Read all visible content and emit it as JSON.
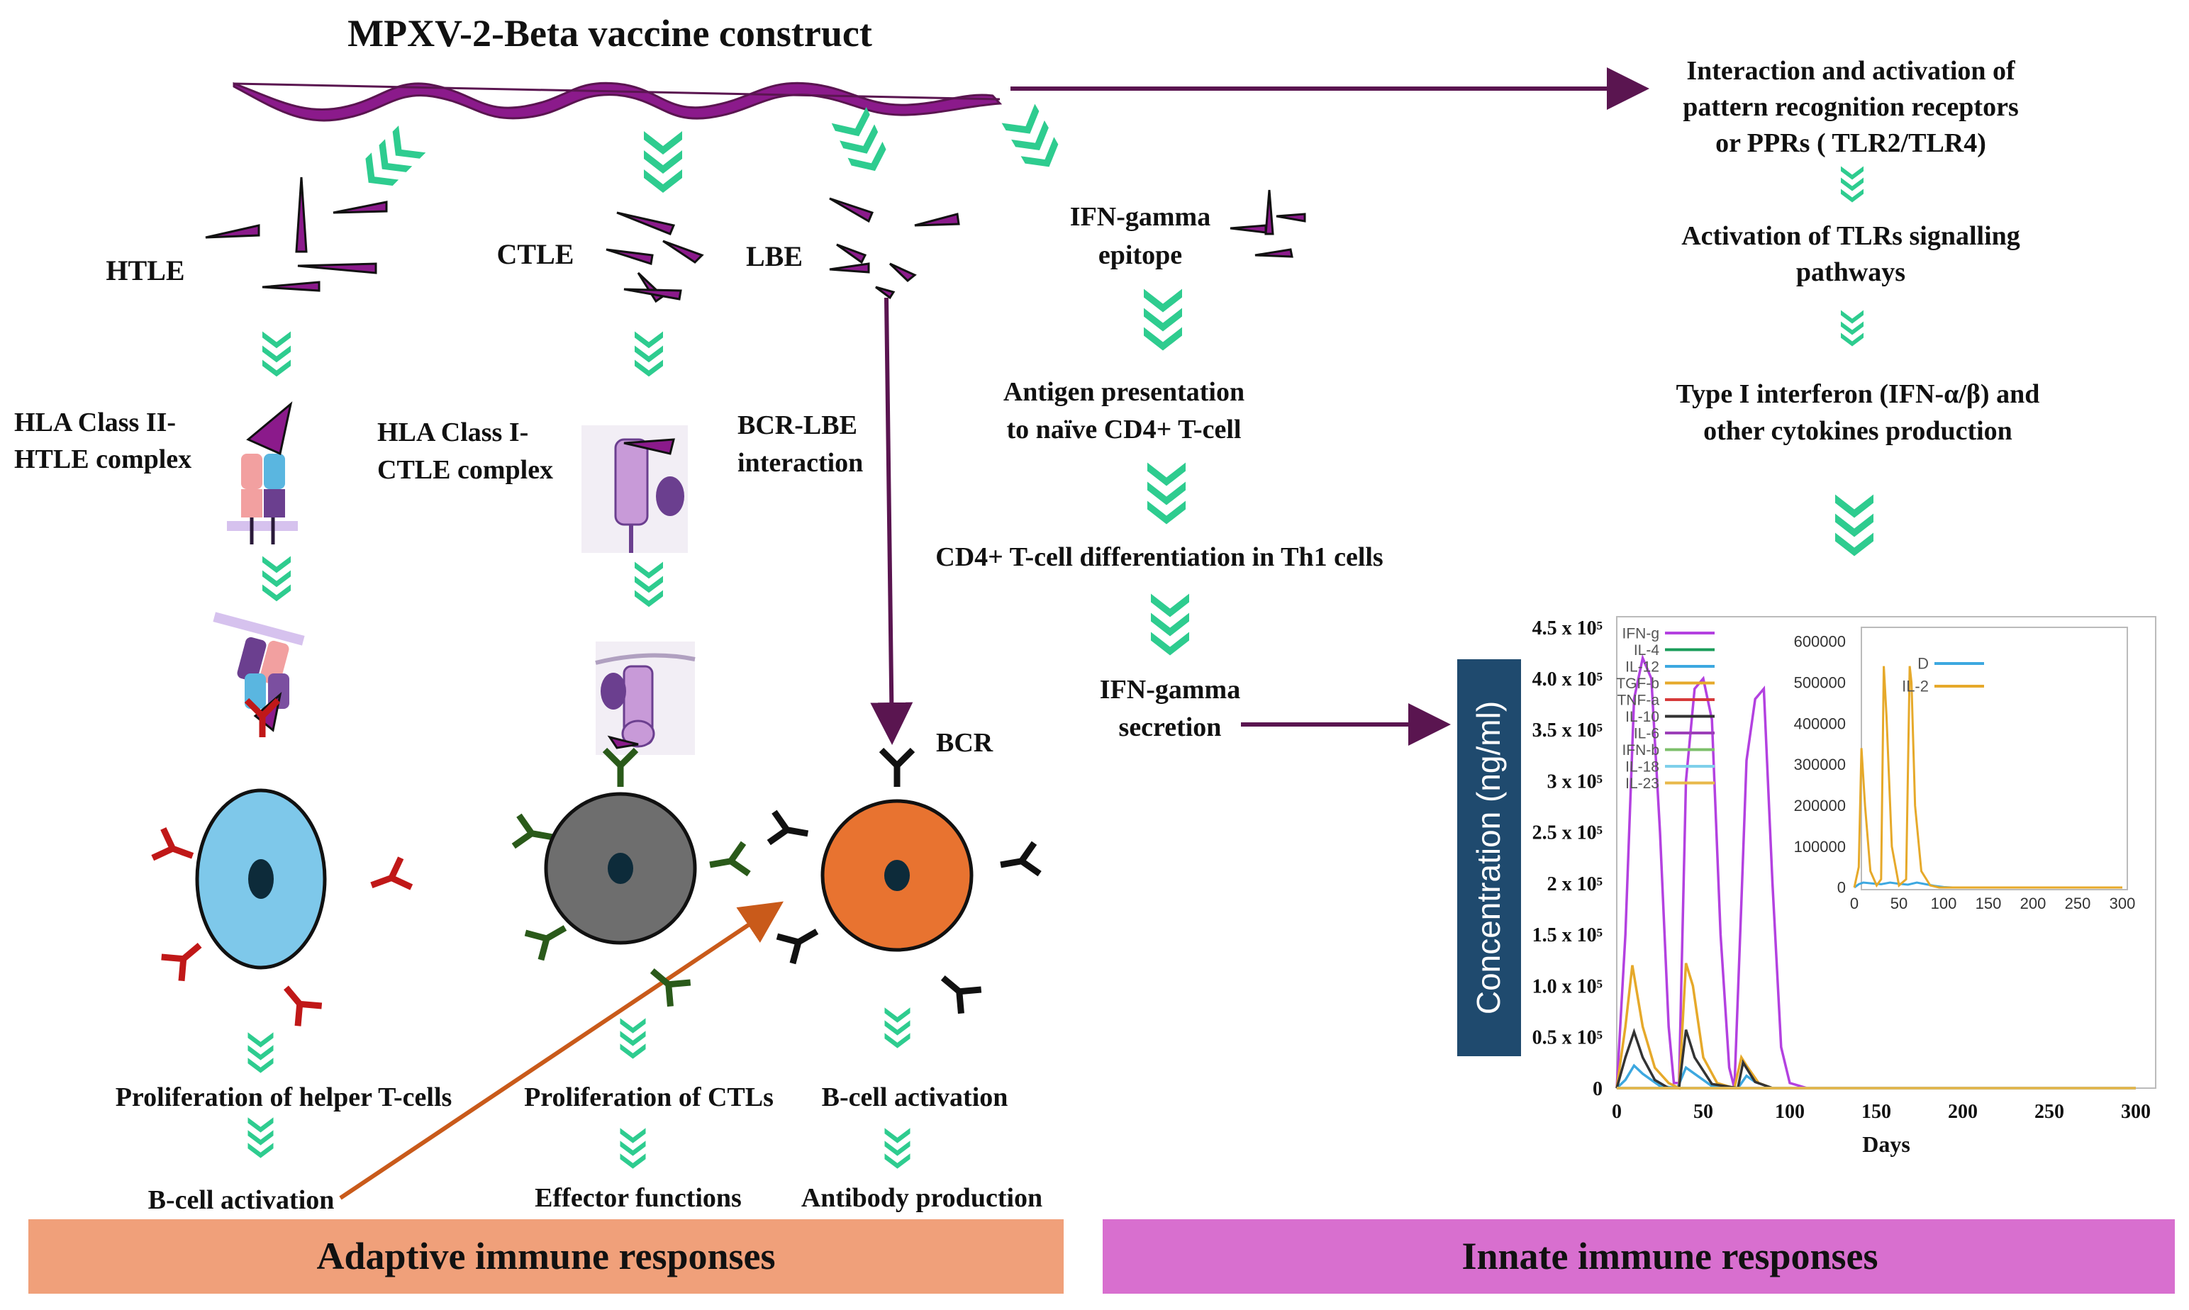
{
  "title": "MPXV-2-Beta vaccine construct",
  "epitopes": {
    "htle": "HTLE",
    "ctle": "CTLE",
    "lbe": "LBE",
    "ifn_line1": "IFN-gamma",
    "ifn_line2": "epitope"
  },
  "complexes": {
    "hla2_line1": "HLA Class II-",
    "hla2_line2": "HTLE complex",
    "hla1_line1": "HLA Class I-",
    "hla1_line2": "CTLE complex",
    "bcr_line1": "BCR-LBE",
    "bcr_line2": "interaction",
    "bcr_label": "BCR"
  },
  "ifn_path": {
    "antigen_line1": "Antigen presentation",
    "antigen_line2": "to naïve CD4+ T-cell",
    "differentiation": "CD4+ T-cell differentiation in Th1 cells",
    "secretion_line1": "IFN-gamma",
    "secretion_line2": "secretion"
  },
  "outcomes": {
    "helper_prolif": "Proliferation of helper T-cells",
    "bcell_activation_left": "B-cell activation",
    "ctl_prolif": "Proliferation of CTLs",
    "effector": "Effector functions",
    "bcell_activation": "B-cell activation",
    "antibody": "Antibody production"
  },
  "innate_path": {
    "prr_line1": "Interaction and activation of",
    "prr_line2": "pattern recognition receptors",
    "prr_line3": "or PPRs ( TLR2/TLR4)",
    "tlr_line1": "Activation of TLRs signalling",
    "tlr_line2": "pathways",
    "ifn_line1": "Type I interferon (IFN-α/β) and",
    "ifn_line2": "other cytokines  production"
  },
  "banners": {
    "adaptive": "Adaptive immune responses",
    "innate": "Innate immune responses"
  },
  "colors": {
    "purple": "#8b1a8b",
    "dark_purple": "#5a1550",
    "green_arrow": "#2ecc8f",
    "adaptive_banner": "#f0a07a",
    "innate_banner": "#d86fcf",
    "helper_cell": "#7ec8ea",
    "ctl_cell": "#6e6e6e",
    "bcell": "#e87330",
    "orange_line": "#c95a1a"
  },
  "chart_data": [
    {
      "type": "line",
      "title": "",
      "xlabel": "Days",
      "ylabel": "Concentration (ng/ml)",
      "xlim": [
        0,
        300
      ],
      "ylim": [
        0,
        450000
      ],
      "x_ticks": [
        "0",
        "50",
        "100",
        "150",
        "200",
        "250",
        "300"
      ],
      "y_ticks": [
        "0",
        "0.5 x 10⁵",
        "1.0 x 10⁵",
        "1.5 x 10⁵",
        "2 x 10⁵",
        "2.5 x 10⁵",
        "3 x 10⁵",
        "3.5 x 10⁵",
        "4.0 x 10⁵",
        "4.5 x 10⁵"
      ],
      "legend_position": "top-left",
      "series": [
        {
          "name": "IFN-g",
          "color": "#b341e0",
          "x": [
            0,
            5,
            10,
            15,
            20,
            25,
            30,
            33,
            36,
            40,
            45,
            50,
            55,
            60,
            65,
            68,
            72,
            75,
            80,
            85,
            90,
            95,
            100,
            110,
            300
          ],
          "values": [
            0,
            150000,
            380000,
            420000,
            400000,
            250000,
            60000,
            5000,
            5000,
            300000,
            390000,
            400000,
            360000,
            150000,
            20000,
            0,
            180000,
            320000,
            380000,
            390000,
            200000,
            40000,
            5000,
            0,
            0
          ]
        },
        {
          "name": "IL-4",
          "color": "#1a9c5a",
          "x": [
            0,
            10,
            100,
            300
          ],
          "values": [
            0,
            0,
            0,
            0
          ]
        },
        {
          "name": "IL-12",
          "color": "#3da8e0",
          "x": [
            0,
            5,
            10,
            15,
            25,
            35,
            40,
            45,
            55,
            70,
            75,
            80,
            90,
            300
          ],
          "values": [
            0,
            8000,
            22000,
            14000,
            2000,
            0,
            20000,
            14000,
            2000,
            0,
            12000,
            6000,
            0,
            0
          ]
        },
        {
          "name": "TGF-b",
          "color": "#e6a92a",
          "x": [
            0,
            5,
            9,
            15,
            22,
            30,
            36,
            40,
            44,
            50,
            58,
            68,
            72,
            75,
            82,
            90,
            300
          ],
          "values": [
            0,
            60000,
            120000,
            60000,
            20000,
            5000,
            0,
            122000,
            100000,
            30000,
            5000,
            0,
            30000,
            22000,
            5000,
            0,
            0
          ]
        },
        {
          "name": "TNF-a",
          "color": "#d63a3a",
          "x": [
            0,
            300
          ],
          "values": [
            0,
            0
          ]
        },
        {
          "name": "IL-10",
          "color": "#333333",
          "x": [
            0,
            5,
            10,
            15,
            22,
            30,
            36,
            40,
            45,
            55,
            70,
            73,
            80,
            90,
            300
          ],
          "values": [
            0,
            30000,
            55000,
            30000,
            8000,
            0,
            0,
            57000,
            30000,
            4000,
            0,
            25000,
            6000,
            0,
            0
          ]
        },
        {
          "name": "IL-6",
          "color": "#9c3fb8",
          "x": [
            0,
            300
          ],
          "values": [
            0,
            0
          ]
        },
        {
          "name": "IFN-b",
          "color": "#7dbf6b",
          "x": [
            0,
            300
          ],
          "values": [
            0,
            0
          ]
        },
        {
          "name": "IL-18",
          "color": "#7fd0ea",
          "x": [
            0,
            300
          ],
          "values": [
            0,
            0
          ]
        },
        {
          "name": "IL-23",
          "color": "#e8b84a",
          "x": [
            0,
            300
          ],
          "values": [
            0,
            0
          ]
        }
      ]
    },
    {
      "type": "line",
      "title": "",
      "xlabel": "",
      "ylabel": "",
      "xlim": [
        0,
        300
      ],
      "ylim": [
        0,
        600000
      ],
      "x_ticks": [
        "0",
        "50",
        "100",
        "150",
        "200",
        "250",
        "300"
      ],
      "y_ticks": [
        "0",
        "100000",
        "200000",
        "300000",
        "400000",
        "500000",
        "600000"
      ],
      "legend_position": "top-center",
      "series": [
        {
          "name": "D",
          "color": "#3da8e0",
          "x": [
            0,
            5,
            10,
            20,
            30,
            40,
            50,
            60,
            70,
            80,
            90,
            100,
            110,
            120
          ],
          "values": [
            0,
            8000,
            12000,
            10000,
            8000,
            12000,
            9000,
            7000,
            12000,
            8000,
            4000,
            1000,
            0,
            0
          ]
        },
        {
          "name": "IL-2",
          "color": "#e6a92a",
          "x": [
            0,
            5,
            8,
            12,
            18,
            25,
            30,
            33,
            36,
            42,
            50,
            58,
            62,
            64,
            68,
            75,
            85,
            95,
            300
          ],
          "values": [
            0,
            50000,
            340000,
            200000,
            40000,
            5000,
            20000,
            540000,
            420000,
            100000,
            5000,
            20000,
            540000,
            500000,
            200000,
            40000,
            5000,
            0,
            0
          ]
        }
      ]
    }
  ]
}
